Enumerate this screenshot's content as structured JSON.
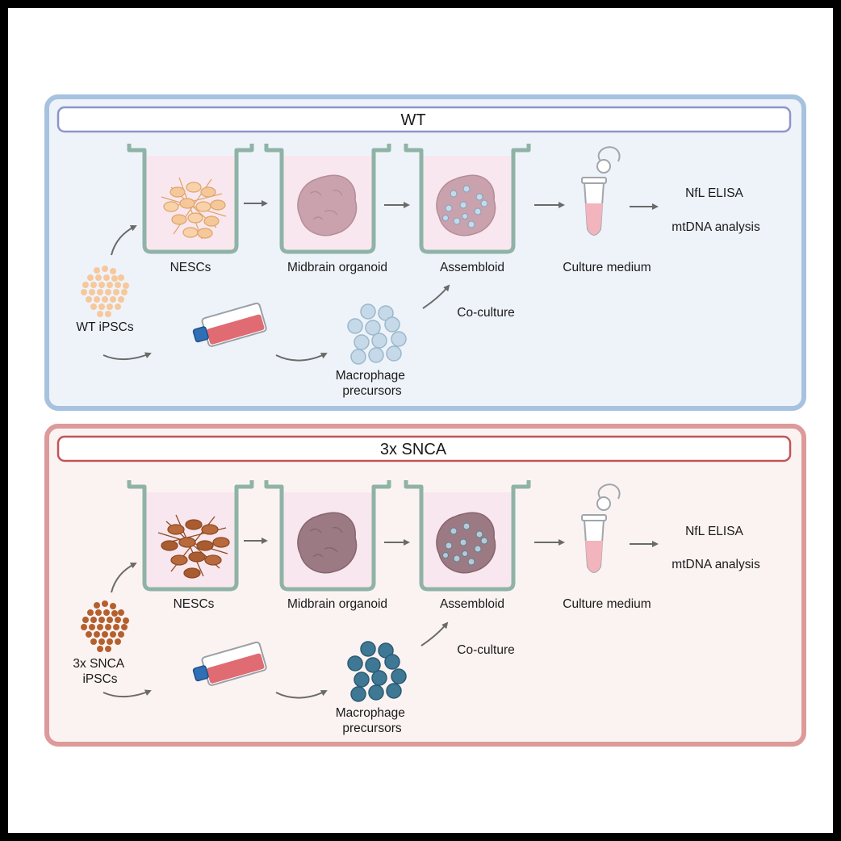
{
  "panels": [
    {
      "title": "WT",
      "source": "WT iPSCs",
      "stages": [
        "NESCs",
        "Midbrain organoid",
        "Assembloid",
        "Culture medium"
      ],
      "coculture": "Co-culture",
      "macrophage": "Macrophage precursors",
      "readouts": [
        "NfL ELISA",
        "mtDNA analysis"
      ],
      "colors": {
        "border": "#a7c2df",
        "bg": "#eef3fa",
        "titleStroke": "#8c95c9",
        "nescs": "#f5c89a",
        "nescsDark": "#e3a26a",
        "organoid": "#c9a2ae",
        "macrophage": "#c5d9e8",
        "cellsDot": "#f6c89c"
      }
    },
    {
      "title": "3x SNCA",
      "source": "3x SNCA iPSCs",
      "stages": [
        "NESCs",
        "Midbrain organoid",
        "Assembloid",
        "Culture medium"
      ],
      "coculture": "Co-culture",
      "macrophage": "Macrophage precursors",
      "readouts": [
        "NfL ELISA",
        "mtDNA analysis"
      ],
      "colors": {
        "border": "#dc9a9a",
        "bg": "#fbf3f2",
        "titleStroke": "#c25454",
        "nescs": "#b86a3c",
        "nescsDark": "#8e4a24",
        "organoid": "#9c7a84",
        "macrophage": "#3e7894",
        "cellsDot": "#b4602e"
      }
    }
  ]
}
